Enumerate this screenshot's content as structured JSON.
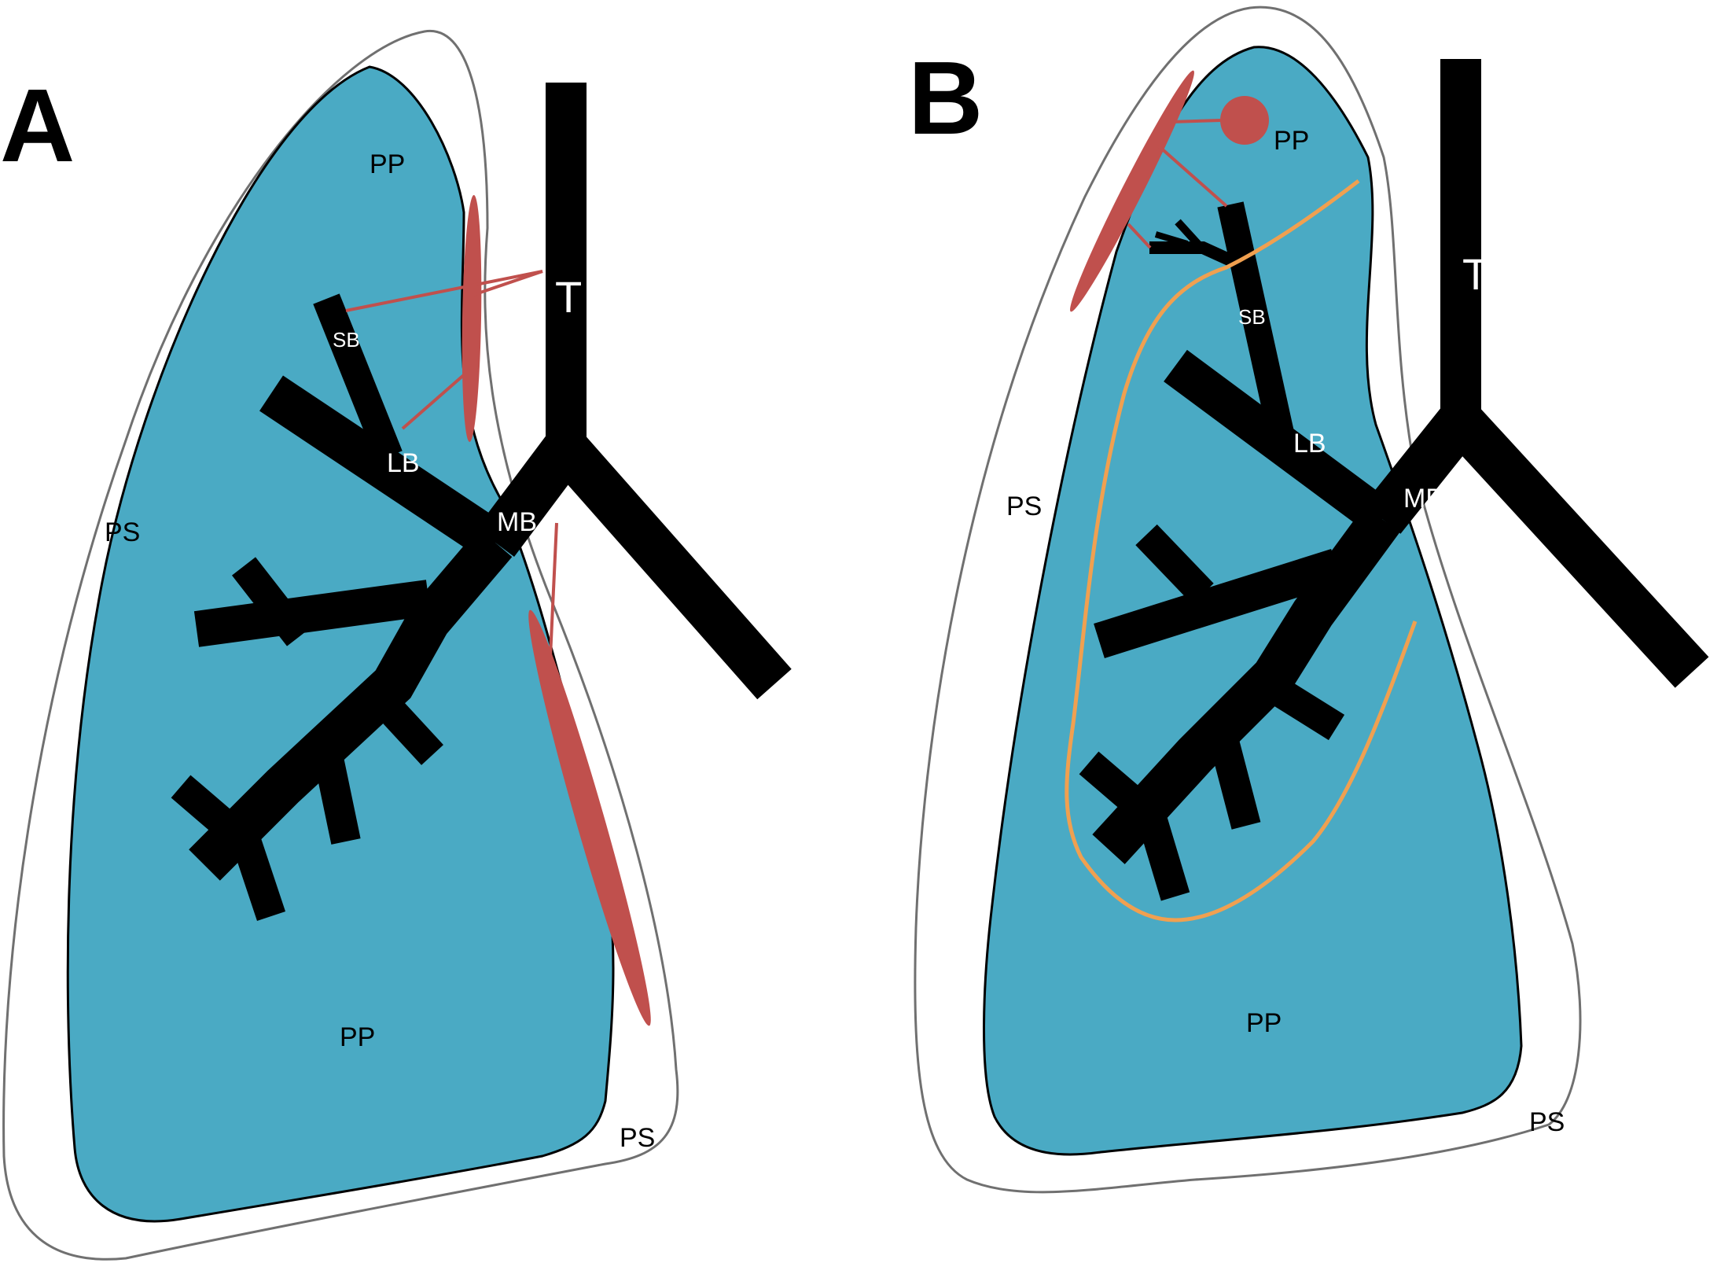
{
  "colors": {
    "lung_fill": "#4aaac4",
    "airway": "#000000",
    "lesion": "#c0504d",
    "boundary": "#f0a050",
    "outline": "#707070"
  },
  "panel_a": {
    "letter": "A",
    "labels": {
      "pp_top": "PP",
      "pp_bottom": "PP",
      "ps_left": "PS",
      "ps_bottom": "PS",
      "trachea": "T",
      "segmental_bronchus": "SB",
      "lobar_bronchus": "LB",
      "main_bronchus": "MB"
    }
  },
  "panel_b": {
    "letter": "B",
    "labels": {
      "pp_top": "PP",
      "pp_bottom": "PP",
      "ps_left": "PS",
      "ps_bottom": "PS",
      "trachea": "T",
      "segmental_bronchus": "SB",
      "lobar_bronchus": "LB",
      "main_bronchus": "MB"
    }
  }
}
